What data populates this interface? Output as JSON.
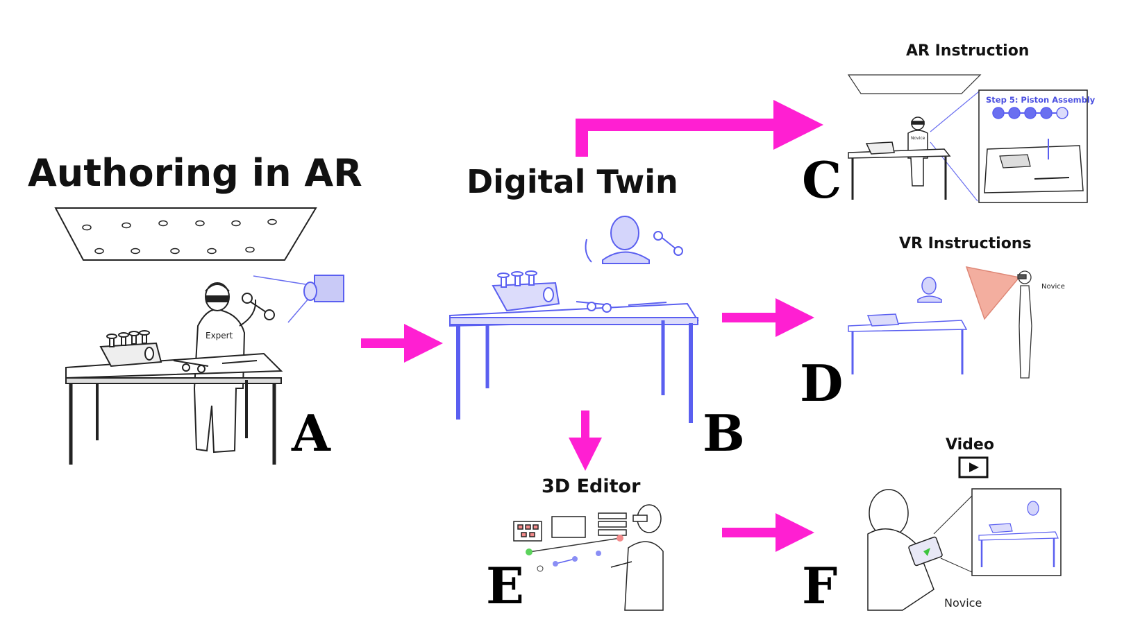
{
  "titles": {
    "authoring": "Authoring in AR",
    "digital_twin": "Digital Twin",
    "ar_instruction": "AR Instruction",
    "vr_instructions": "VR Instructions",
    "editor": "3D Editor",
    "video": "Video"
  },
  "labels": {
    "expert": "Expert",
    "novice_c": "Novice",
    "novice_d": "Novice",
    "novice_f": "Novice",
    "step": "Step 5: Piston Assembly"
  },
  "letters": {
    "a": "A",
    "b": "B",
    "c": "C",
    "d": "D",
    "e": "E",
    "f": "F"
  },
  "colors": {
    "arrow": "#ff1fd2",
    "twin_blue": "#5a5ff0",
    "ink": "#1a1a1a",
    "frustum": "#f2a08f"
  },
  "icons": [
    "camera-icon",
    "play-icon",
    "wrench-icon",
    "headset-icon"
  ]
}
